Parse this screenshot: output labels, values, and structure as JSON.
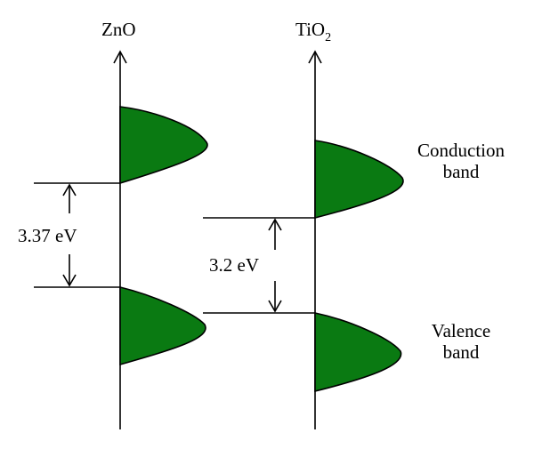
{
  "diagram": {
    "zno": {
      "label": "ZnO",
      "gap_label": "3.37 eV"
    },
    "tio2": {
      "label_main": "TiO",
      "label_sub": "2",
      "gap_label": "3.2 eV"
    },
    "conduction_label": [
      "Conduction",
      "band"
    ],
    "valence_label": [
      "Valence",
      "band"
    ],
    "band_fill_color": "#0a7a12"
  }
}
